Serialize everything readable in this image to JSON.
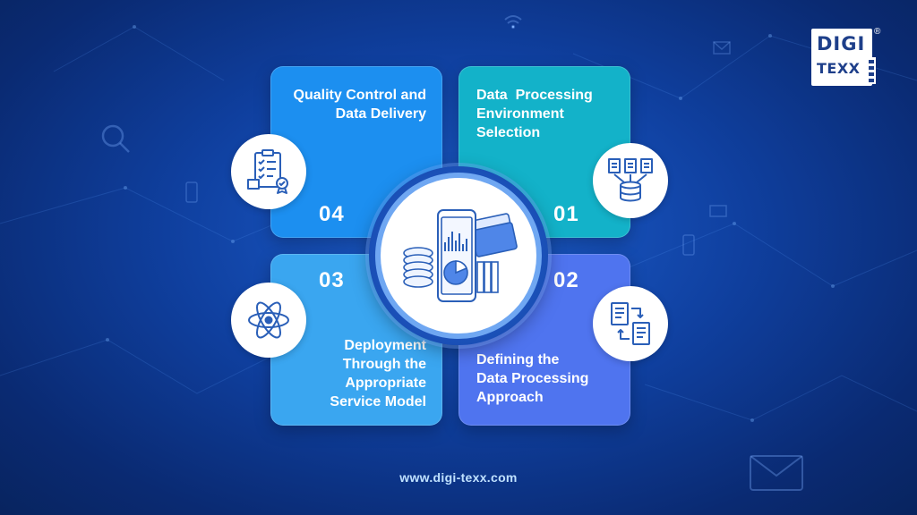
{
  "logo": {
    "line1": "DIGI",
    "line2": "TEXX",
    "registered": "®"
  },
  "center": {
    "icon": "phone-with-charts-coins-cards-icon"
  },
  "steps": [
    {
      "number": "01",
      "title_lines": [
        "Data  Processing",
        "Environment",
        "Selection"
      ],
      "icon": "documents-to-database-icon",
      "color": "#13b2c9"
    },
    {
      "number": "02",
      "title_lines": [
        "Defining the",
        "Data Processing",
        "Approach"
      ],
      "icon": "document-exchange-icon",
      "color": "#4f74ef"
    },
    {
      "number": "03",
      "title_lines": [
        "Deployment",
        "Through the",
        "Appropriate",
        "Service Model"
      ],
      "icon": "atom-icon",
      "color": "#3aa6f0"
    },
    {
      "number": "04",
      "title_lines": [
        "Quality Control and",
        "Data Delivery"
      ],
      "icon": "clipboard-checklist-icon",
      "color": "#1c8ff0"
    }
  ],
  "website": "www.digi-texx.com"
}
